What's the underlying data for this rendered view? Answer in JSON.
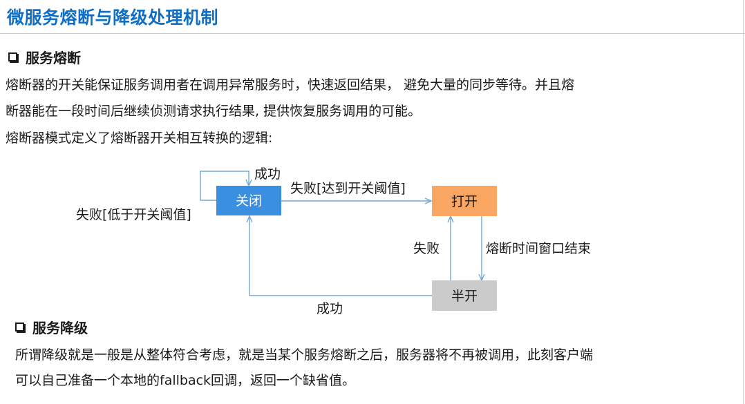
{
  "title": "微服务熔断与降级处理机制",
  "section1": {
    "heading": "服务熔断",
    "lines": [
      "熔断器的开关能保证服务调用者在调用异常服务时，快速返回结果， 避免大量的同步等待。并且熔",
      "断器能在一段时间后继续侦测请求执行结果, 提供恢复服务调用的可能。",
      "熔断器模式定义了熔断器开关相互转换的逻辑:"
    ]
  },
  "diagram": {
    "nodes": {
      "closed": {
        "label": "关闭",
        "color": "#3b8fe0"
      },
      "open": {
        "label": "打开",
        "color": "#f8a662"
      },
      "half_open": {
        "label": "半开",
        "color": "#cbcbcb"
      }
    },
    "edges": {
      "closed_self_success": "成功",
      "closed_self_fail": "失败[低于开关阈值]",
      "closed_to_open": "失败[达到开关阈值]",
      "open_to_half": "熔断时间窗口结束",
      "half_to_open": "失败",
      "half_to_closed": "成功"
    },
    "arrow_color": "#6fa8d6"
  },
  "section2": {
    "heading": "服务降级",
    "lines": [
      "所谓降级就是一般是从整体符合考虑，就是当某个服务熔断之后，服务器将不再被调用，此刻客户端",
      "可以自己准备一个本地的fallback回调，返回一个缺省值。"
    ]
  }
}
